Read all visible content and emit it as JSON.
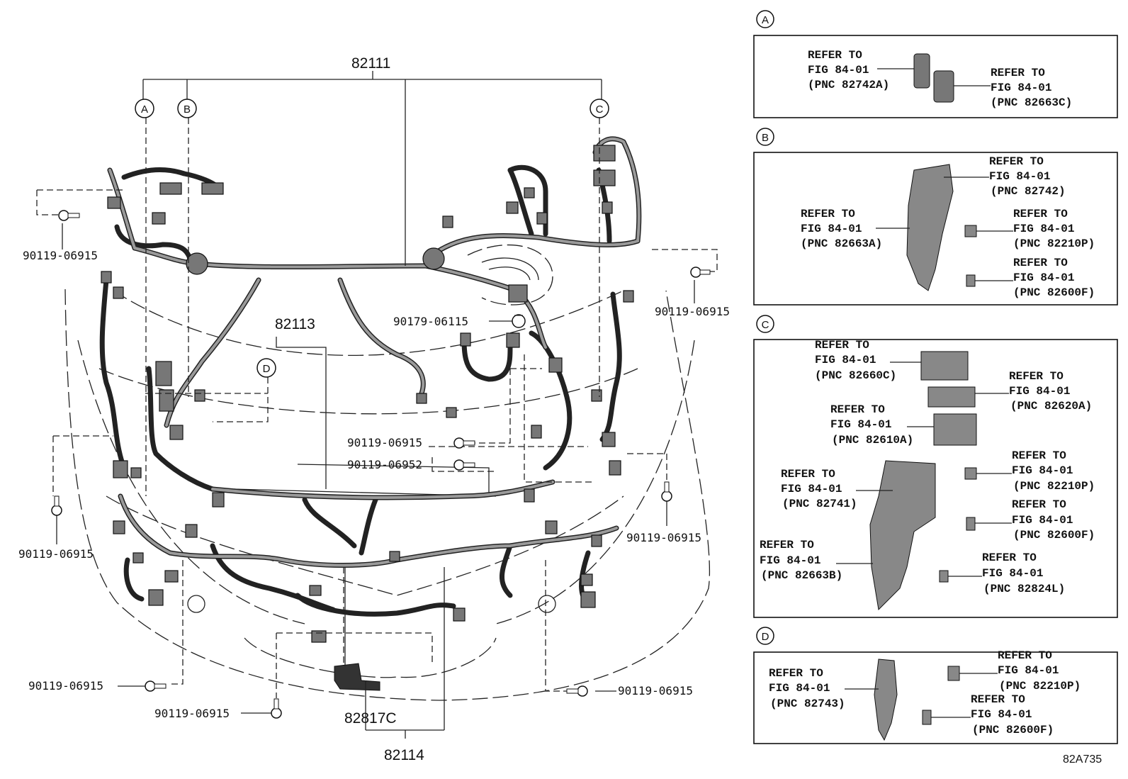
{
  "diagram": {
    "code": "82A735",
    "main_labels": {
      "harness_main": "82111",
      "harness_sub": "82113",
      "harness_front": "82114",
      "relay": "82817C"
    },
    "callouts": {
      "a": "A",
      "b": "B",
      "c": "C",
      "d": "D"
    },
    "bolts": {
      "bolt_left_top": "90119-06915",
      "bolt_right_top": "90119-06915",
      "clip_center": "90179-06115",
      "bolt_center_1": "90119-06915",
      "bolt_center_2": "90119-06952",
      "bolt_left_mid": "90119-06915",
      "bolt_right_mid": "90119-06915",
      "bolt_bottom_left": "90119-06915",
      "bolt_bottom_center": "90119-06915",
      "bolt_bottom_right": "90119-06915"
    }
  },
  "panels": {
    "a": {
      "label": "A",
      "refs": [
        {
          "l1": "REFER TO",
          "l2": "FIG 84-01",
          "l3": "(PNC 82742A)"
        },
        {
          "l1": "REFER TO",
          "l2": "FIG 84-01",
          "l3": "(PNC 82663C)"
        }
      ]
    },
    "b": {
      "label": "B",
      "refs": [
        {
          "l1": "REFER TO",
          "l2": "FIG 84-01",
          "l3": "(PNC 82742)"
        },
        {
          "l1": "REFER TO",
          "l2": "FIG 84-01",
          "l3": "(PNC 82663A)"
        },
        {
          "l1": "REFER TO",
          "l2": "FIG 84-01",
          "l3": "(PNC 82210P)"
        },
        {
          "l1": "REFER TO",
          "l2": "FIG 84-01",
          "l3": "(PNC 82600F)"
        }
      ]
    },
    "c": {
      "label": "C",
      "refs": [
        {
          "l1": "REFER TO",
          "l2": "FIG 84-01",
          "l3": "(PNC 82660C)"
        },
        {
          "l1": "REFER TO",
          "l2": "FIG 84-01",
          "l3": "(PNC 82620A)"
        },
        {
          "l1": "REFER TO",
          "l2": "FIG 84-01",
          "l3": "(PNC 82610A)"
        },
        {
          "l1": "REFER TO",
          "l2": "FIG 84-01",
          "l3": "(PNC 82210P)"
        },
        {
          "l1": "REFER TO",
          "l2": "FIG 84-01",
          "l3": "(PNC 82741)"
        },
        {
          "l1": "REFER TO",
          "l2": "FIG 84-01",
          "l3": "(PNC 82600F)"
        },
        {
          "l1": "REFER TO",
          "l2": "FIG 84-01",
          "l3": "(PNC 82663B)"
        },
        {
          "l1": "REFER TO",
          "l2": "FIG 84-01",
          "l3": "(PNC 82824L)"
        }
      ]
    },
    "d": {
      "label": "D",
      "refs": [
        {
          "l1": "REFER TO",
          "l2": "FIG 84-01",
          "l3": "(PNC 82210P)"
        },
        {
          "l1": "REFER TO",
          "l2": "FIG 84-01",
          "l3": "(PNC 82743)"
        },
        {
          "l1": "REFER TO",
          "l2": "FIG 84-01",
          "l3": "(PNC 82600F)"
        }
      ]
    }
  }
}
